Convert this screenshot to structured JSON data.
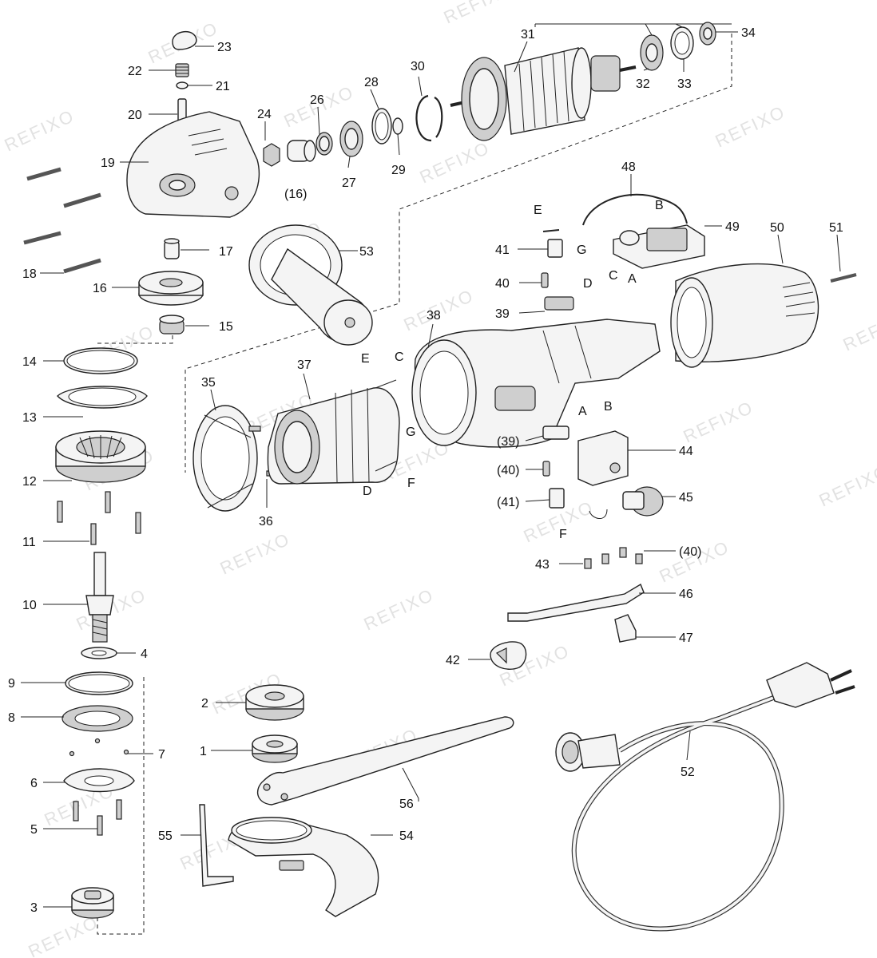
{
  "watermark": "REFIXO",
  "callouts": {
    "c1": "1",
    "c2": "2",
    "c3": "3",
    "c4": "4",
    "c5": "5",
    "c6": "6",
    "c7": "7",
    "c8": "8",
    "c9": "9",
    "c10": "10",
    "c11": "11",
    "c12": "12",
    "c13": "13",
    "c14": "14",
    "c15": "15",
    "c16": "16",
    "c17": "17",
    "c18": "18",
    "c19": "19",
    "c20": "20",
    "c21": "21",
    "c22": "22",
    "c23": "23",
    "c24": "24",
    "c26": "26",
    "c27": "27",
    "c28": "28",
    "c29": "29",
    "c30": "30",
    "c31": "31",
    "c32": "32",
    "c33": "33",
    "c34": "34",
    "c35": "35",
    "c36": "36",
    "c37": "37",
    "c38": "38",
    "c39": "39",
    "c40": "40",
    "c41": "41",
    "c42": "42",
    "c43": "43",
    "c44": "44",
    "c45": "45",
    "c46": "46",
    "c47": "47",
    "c48": "48",
    "c49": "49",
    "c50": "50",
    "c51": "51",
    "c52": "52",
    "c53": "53",
    "c54": "54",
    "c55": "55",
    "c56": "56",
    "c16b": "(16)",
    "c39b": "(39)",
    "c40b": "(40)",
    "c40c": "(40)",
    "c41b": "(41)"
  },
  "wire_letters": {
    "a1": "A",
    "a2": "A",
    "b1": "B",
    "b2": "B",
    "c1": "C",
    "c2": "C",
    "d1": "D",
    "d2": "D",
    "e1": "E",
    "e2": "E",
    "f1": "F",
    "f2": "F",
    "g1": "G",
    "g2": "G"
  }
}
